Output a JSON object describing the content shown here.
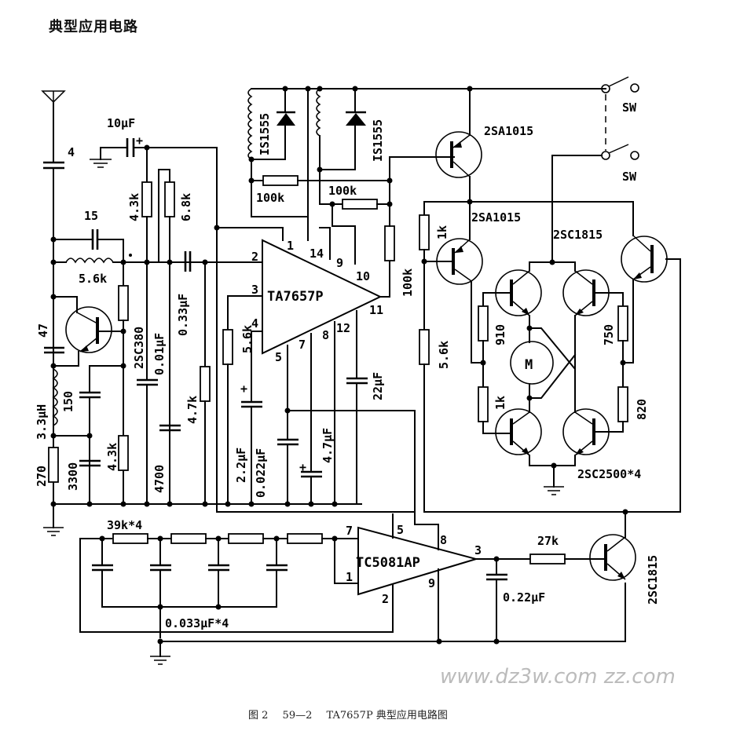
{
  "heading": "典型应用电路",
  "caption": {
    "fig": "图 2",
    "num": "59—2",
    "title": "TA7657P 典型应用电路图"
  },
  "watermark": "www.dz3w.com  zz.com",
  "ics": {
    "main": {
      "name": "TA7657P",
      "pins": [
        "1",
        "2",
        "3",
        "4",
        "5",
        "7",
        "8",
        "9",
        "10",
        "11",
        "12",
        "14"
      ]
    },
    "comparator": {
      "name": "TC5081AP",
      "pins": [
        "7",
        "1",
        "5",
        "8",
        "3",
        "9",
        "2"
      ]
    }
  },
  "tuner": {
    "antenna_cap": "4",
    "c15": "15",
    "c10uf": "10μF",
    "r43k_top": "4.3k",
    "r68k": "6.8k",
    "r56k": "5.6k",
    "transistor": "2SC380",
    "c47": "47",
    "l33": "3.3μH",
    "c150": "150",
    "r270": "270",
    "c3300": "3300",
    "r43k_bottom": "4.3k",
    "c001": "0.01μF",
    "c4700": "4700",
    "c033": "0.33μF",
    "r47k": "4.7k"
  },
  "ic_periph": {
    "r56k": "5.6k",
    "c22uf": "2.2μF",
    "c0022": "0.022μF",
    "c47uf": "4.7μF",
    "c22uf_big": "22μF",
    "r100k_v": "100k",
    "r100k_a": "100k",
    "r100k_b": "100k",
    "diode_a": "IS1555",
    "diode_b": "IS1555"
  },
  "driver": {
    "q_top": "2SA1015",
    "q_mid": "2SA1015",
    "q_right": "2SC1815",
    "r1k_top": "1k",
    "r56k": "5.6k",
    "r910": "910",
    "r1k_low": "1k",
    "r750": "750",
    "r820": "820",
    "motor": "M",
    "bridge": "2SC2500*4",
    "sw1": "SW",
    "sw2": "SW"
  },
  "filter": {
    "r39k": "39k*4",
    "c0033": "0.033μF*4",
    "c022": "0.22μF",
    "r27k": "27k",
    "q_out": "2SC1815"
  }
}
